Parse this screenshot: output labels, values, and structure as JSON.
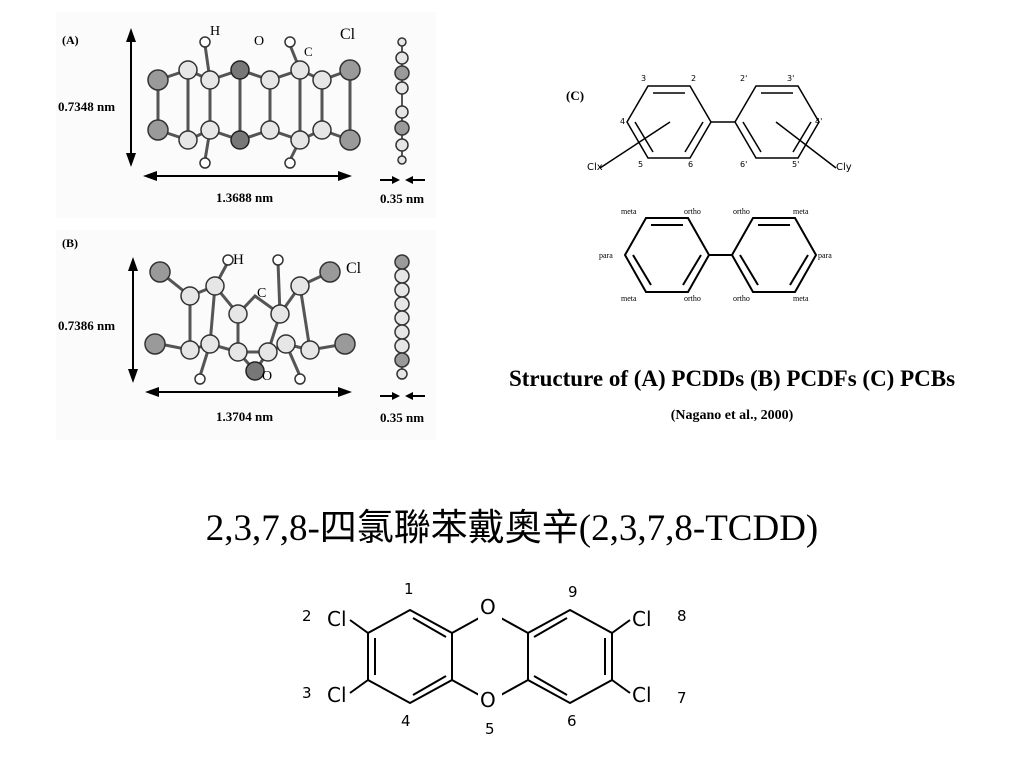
{
  "panel_a": {
    "label": "(A)",
    "atom_h": "H",
    "atom_o": "O",
    "atom_c": "C",
    "atom_cl": "Cl",
    "height": "0.7348 nm",
    "width": "1.3688 nm",
    "thickness": "0.35 nm"
  },
  "panel_b": {
    "label": "(B)",
    "atom_h": "H",
    "atom_c": "C",
    "atom_cl": "Cl",
    "atom_o": "O",
    "height": "0.7386 nm",
    "width": "1.3704 nm",
    "thickness": "0.35 nm"
  },
  "panel_c": {
    "label": "(C)",
    "pos_3": "3",
    "pos_2": "2",
    "pos_2p": "2'",
    "pos_3p": "3'",
    "pos_4": "4",
    "pos_4p": "4'",
    "pos_5": "5",
    "pos_6": "6",
    "pos_6p": "6'",
    "pos_5p": "5'",
    "clx": "Clx",
    "cly": "Cly",
    "meta": "meta",
    "ortho": "ortho",
    "para": "para"
  },
  "caption": {
    "title": "Structure of (A) PCDDs  (B) PCDFs (C) PCBs",
    "citation": "(Nagano et al., 2000)"
  },
  "tcdd": {
    "title": "2,3,7,8-四氯聯苯戴奧辛(2,3,7,8-TCDD)",
    "n1": "1",
    "n2": "2",
    "n3": "3",
    "n4": "4",
    "n5": "5",
    "n6": "6",
    "n7": "7",
    "n8": "8",
    "n9": "9",
    "cl": "Cl",
    "o": "O"
  }
}
